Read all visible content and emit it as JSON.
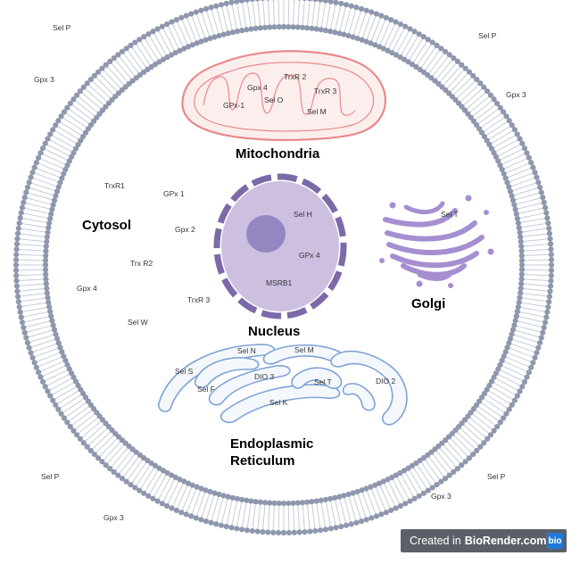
{
  "organelles": {
    "mitochondria": "Mitochondria",
    "cytosol": "Cytosol",
    "nucleus": "Nucleus",
    "golgi": "Golgi",
    "er_line1": "Endoplasmic",
    "er_line2": "Reticulum"
  },
  "outside_labels": [
    "Sel P",
    "Sel P",
    "Gpx 3",
    "Gpx 3",
    "Sel P",
    "Sel P",
    "Gpx 3",
    "Gpx 3"
  ],
  "mito_labels": [
    "TrxR 2",
    "Gpx 4",
    "TrxR 3",
    "Sel O",
    "GPx-1",
    "Sel M"
  ],
  "cytosol_labels": [
    "TrxR1",
    "GPx 1",
    "Gpx 2",
    "Trx R2",
    "Gpx 4",
    "TrxR 3",
    "Sel W"
  ],
  "nucleus_labels": [
    "Sel H",
    "GPx 4",
    "MSRB1"
  ],
  "golgi_labels": [
    "Sel T"
  ],
  "er_labels": [
    "Sel N",
    "Sel M",
    "Sel S",
    "DIO 3",
    "Sel F",
    "Sel T",
    "DIO 2",
    "Sel K"
  ],
  "footer": {
    "created_in": "Created in",
    "brand": "BioRender.com",
    "logo": "bio"
  },
  "colors": {
    "membrane_head": "#8e97ad",
    "membrane_tail": "#c6ccd8",
    "mito_stroke": "#e88a8a",
    "mito_fill": "#fdeeee",
    "nucleus_fill": "#cdbfe0",
    "nucleus_stroke": "#7c6aa8",
    "nucleolus": "#9486c0",
    "golgi": "#a58fd1",
    "er_stroke": "#7ea3d6",
    "er_fill": "#f4f8fd"
  }
}
